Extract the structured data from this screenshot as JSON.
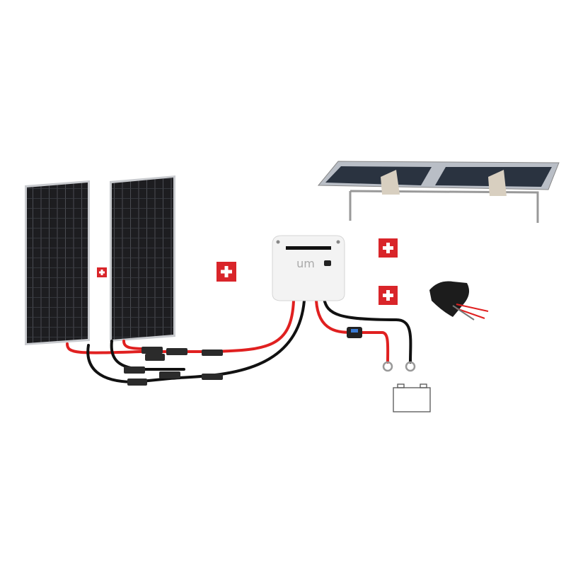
{
  "product": {
    "controller_logo": "um",
    "colors": {
      "panel": "#1c1c1e",
      "panel_frame": "#c9cbcf",
      "cable_positive": "#e02020",
      "cable_negative": "#111111",
      "plus_badge": "#d9252a",
      "controller": "#f2f2f2"
    },
    "icons": [
      "plus-icon",
      "battery-icon",
      "solar-panel",
      "charge-controller",
      "mounting-bracket",
      "cable-gland"
    ]
  }
}
